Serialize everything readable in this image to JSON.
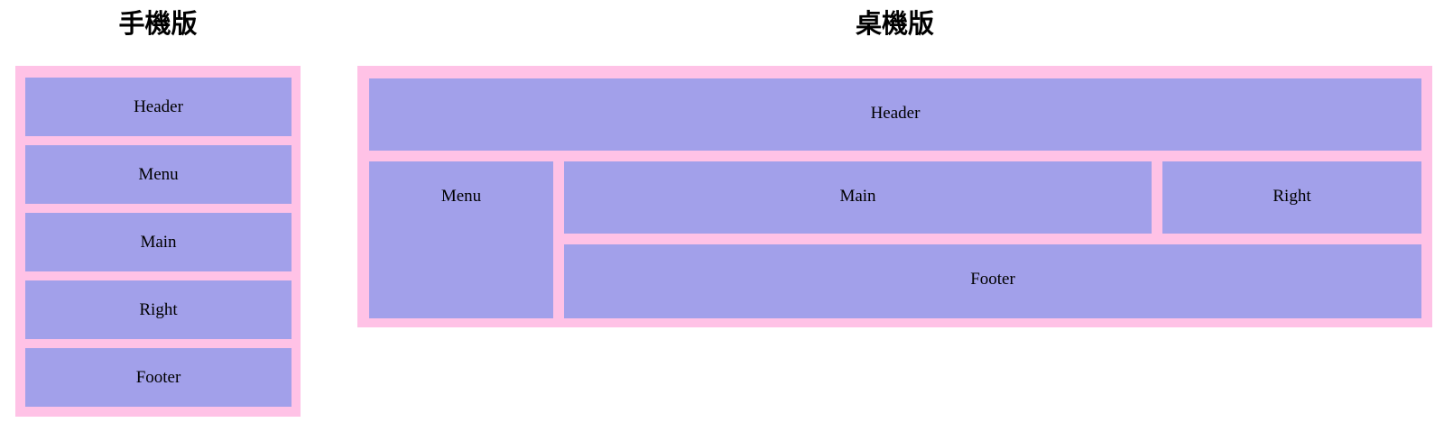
{
  "mobile": {
    "title": "手機版",
    "boxes": [
      {
        "label": "Header"
      },
      {
        "label": "Menu"
      },
      {
        "label": "Main"
      },
      {
        "label": "Right"
      },
      {
        "label": "Footer"
      }
    ]
  },
  "desktop": {
    "title": "桌機版",
    "boxes": {
      "header": "Header",
      "menu": "Menu",
      "main": "Main",
      "right": "Right",
      "footer": "Footer"
    }
  },
  "colors": {
    "frame_pink": "#ffc2e6",
    "box_purple": "#a2a0ea",
    "label_text": "#000000",
    "page_background": "#ffffff"
  }
}
